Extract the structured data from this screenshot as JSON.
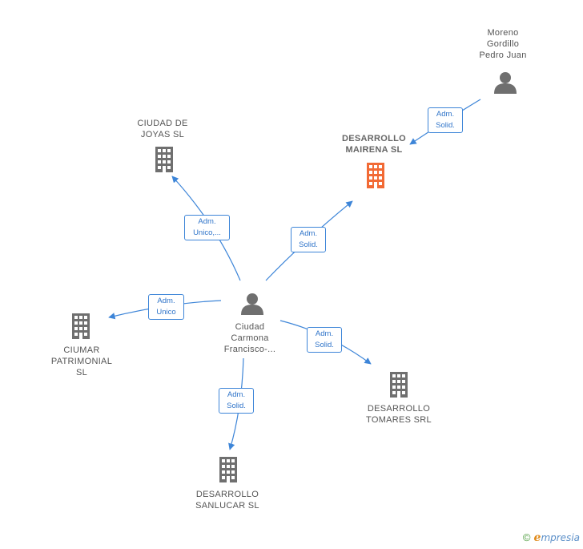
{
  "nodes": {
    "moreno": {
      "label": "Moreno\nGordillo\nPedro Juan",
      "kind": "person"
    },
    "ciudad_joyas": {
      "label": "CIUDAD DE\nJOYAS  SL",
      "kind": "company"
    },
    "desarrollo_mairena": {
      "label": "DESARROLLO\nMAIRENA  SL",
      "kind": "company-focus"
    },
    "ciudad_carmona": {
      "label": "Ciudad\nCarmona\nFrancisco-...",
      "kind": "person"
    },
    "ciumar": {
      "label": "CIUMAR\nPATRIMONIAL\nSL",
      "kind": "company"
    },
    "desarrollo_tomares": {
      "label": "DESARROLLO\nTOMARES SRL",
      "kind": "company"
    },
    "desarrollo_sanlucar": {
      "label": "DESARROLLO\nSANLUCAR  SL",
      "kind": "company"
    }
  },
  "edges": {
    "moreno_mairena": "Adm.\nSolid.",
    "carmona_joyas": "Adm.\nUnico,...",
    "carmona_mairena": "Adm.\nSolid.",
    "carmona_ciumar": "Adm.\nUnico",
    "carmona_tomares": "Adm.\nSolid.",
    "carmona_sanlucar": "Adm.\nSolid."
  },
  "colors": {
    "edge": "#3d85d8",
    "icon": "#6f6f6f",
    "focus_icon": "#f26a35"
  },
  "icons": {
    "person": "person-icon",
    "company": "building-icon"
  },
  "footer": {
    "copyright_symbol": "©",
    "brand_initial": "e",
    "brand_rest": "mpresia"
  }
}
